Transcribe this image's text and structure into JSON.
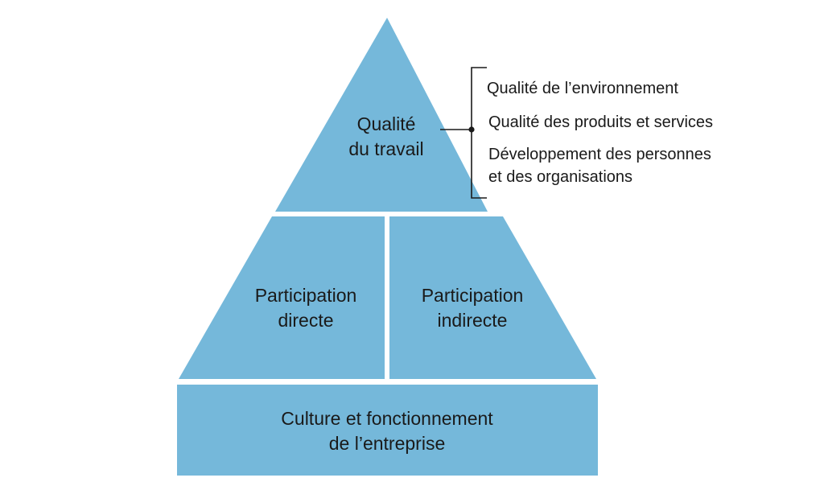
{
  "colors": {
    "fill": "#75b8da",
    "text": "#1a1a1a",
    "bracket": "#1a1a1a",
    "background": "#ffffff"
  },
  "pyramid": {
    "top": {
      "line1": "Qualité",
      "line2": "du travail"
    },
    "middle_left": {
      "line1": "Participation",
      "line2": "directe"
    },
    "middle_right": {
      "line1": "Participation",
      "line2": "indirecte"
    },
    "base": {
      "line1": "Culture et fonctionnement",
      "line2": "de l’entreprise"
    }
  },
  "bracket_items": [
    "Qualité de l’environnement",
    "Qualité des produits et services",
    "Développement des personnes",
    "et des organisations"
  ]
}
